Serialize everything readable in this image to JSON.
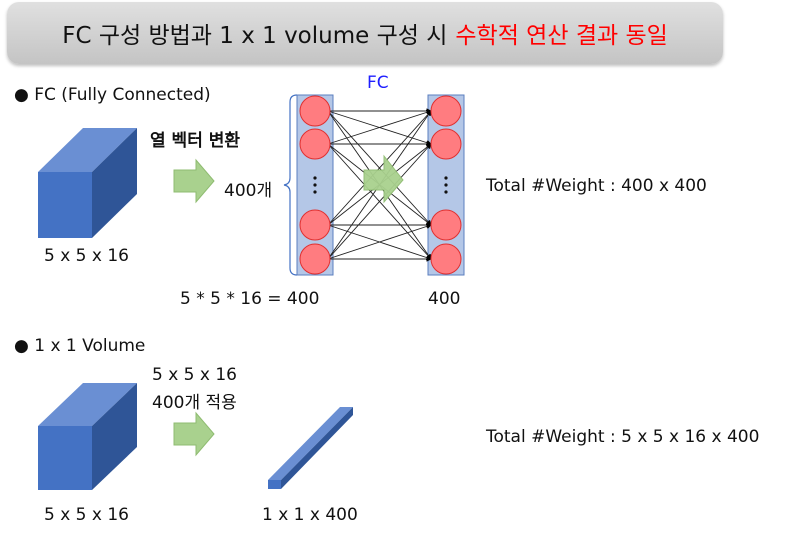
{
  "title": {
    "prefix": "FC 구성 방법과 1 x 1 volume 구성 시",
    "highlight": "수학적 연산 결과 동일",
    "highlight_color": "#ff0000"
  },
  "fc_section": {
    "heading": "● FC (Fully Connected)",
    "arrow_label": "열 벡터 변환",
    "input_size": "5 x 5 x 16",
    "neuron_count": "400개",
    "layer_label": "FC",
    "equation": "5 * 5 * 16 = 400",
    "output_count": "400",
    "total_weight": "Total #Weight : 400 x 400"
  },
  "volume_section": {
    "heading": "● 1 x 1 Volume",
    "arrow_label_line1": "5 x 5 x 16",
    "arrow_label_line2": "400개 적용",
    "input_size": "5 x 5 x 16",
    "output_size": "1 x 1 x 400",
    "total_weight": "Total #Weight : 5 x 5 x 16 x 400"
  },
  "colors": {
    "cube": "#4472c4",
    "neuron": "#ff7c80",
    "layer": "#b4c7e7",
    "arrow": "#a9d18e",
    "fc_label": "#1f1fff"
  }
}
